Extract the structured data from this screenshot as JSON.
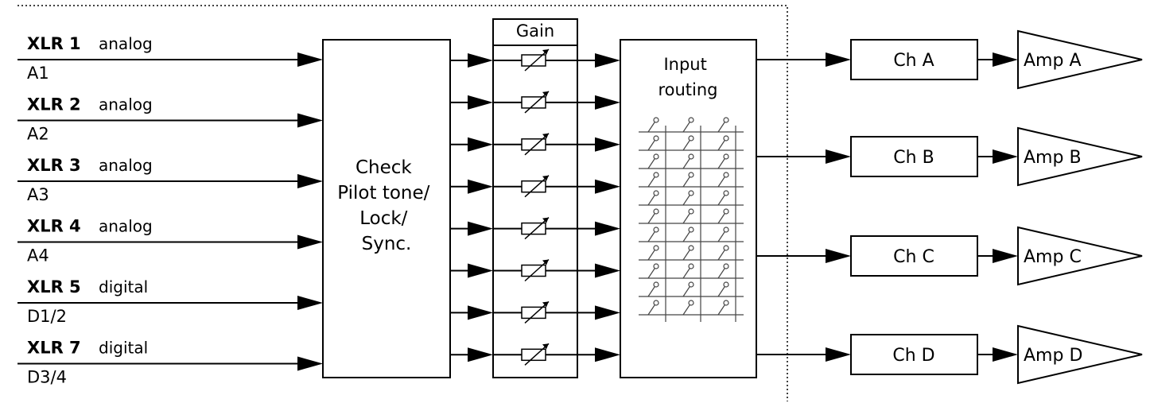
{
  "inputs": [
    {
      "name": "XLR 1",
      "type": "analog",
      "sub": "A1"
    },
    {
      "name": "XLR 2",
      "type": "analog",
      "sub": "A2"
    },
    {
      "name": "XLR 3",
      "type": "analog",
      "sub": "A3"
    },
    {
      "name": "XLR 4",
      "type": "analog",
      "sub": "A4"
    },
    {
      "name": "XLR 5",
      "type": "digital",
      "sub": "D1/2"
    },
    {
      "name": "XLR 7",
      "type": "digital",
      "sub": "D3/4"
    }
  ],
  "check_block": {
    "lines": [
      "Check",
      "Pilot tone/",
      "Lock/",
      "Sync."
    ]
  },
  "gain": {
    "label": "Gain"
  },
  "routing": {
    "lines": [
      "Input",
      "routing"
    ]
  },
  "channels": [
    {
      "ch": "Ch A",
      "amp": "Amp A"
    },
    {
      "ch": "Ch B",
      "amp": "Amp B"
    },
    {
      "ch": "Ch C",
      "amp": "Amp C"
    },
    {
      "ch": "Ch D",
      "amp": "Amp D"
    }
  ]
}
